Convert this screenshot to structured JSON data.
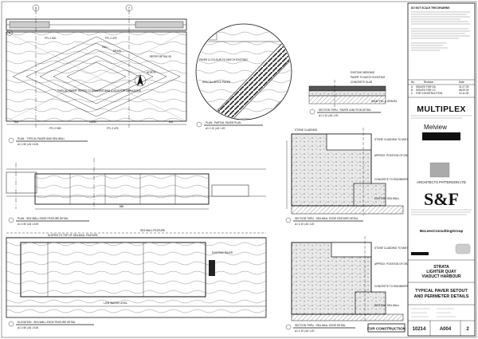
{
  "drawing": {
    "views": {
      "plan_paver": {
        "title": "PLAN - TYPICAL PAVER AND SEA WALL",
        "scale": "A1 1:50 | A3 1:100",
        "levels": [
          "FFL 2.500",
          "FFL 2.475",
          "FFL 2.505",
          "FFL 2.475"
        ],
        "fall_label": "FALL",
        "drain_label": "DRAIN",
        "note": "TYPICAL PAVER. REFER TO DRAWING A001 & A005 FOR VARIATIONS",
        "dims": [
          "800",
          "10050",
          "800"
        ],
        "grids": [
          "A",
          "6",
          "7"
        ],
        "north_label": "NORTH",
        "side_label": "REFER DETAIL 06"
      },
      "plan_partial": {
        "title": "PLAN - PARTIAL PAVER PLAN",
        "scale": "A1 1:10 | A3 1:20",
        "callouts": [
          "PAVER & COLOUR TO MATCH EXISTING",
          "SPECIAL BRICK PAVER"
        ]
      },
      "section_paver_junction": {
        "title": "SECTION THRU - PAVER JUNCTION DETAIL",
        "scale": "A1 1:10 | A3 1:20",
        "callouts": [
          "EXISTING BEDDING",
          "PAVER TO MATCH EXISTING",
          "CONCRETE SLAB",
          "SAND FILL & GRAVEL"
        ]
      },
      "plan_sea_wall": {
        "title": "PLAN - SEA WALL EDGE FEATURE DETAIL",
        "scale": "A1 1:50 | A3 1:100",
        "dims": [
          "880"
        ]
      },
      "elevation_sea_wall": {
        "title": "ELEVATION - SEA WALL EDGE FEATURE DETAIL",
        "scale": "A1 1:50 | A3 1:100",
        "callouts": [
          "SLOPED TO TOP OF SEA WALL FEATURE",
          "SEA WALL FEATURE",
          "LOW WATER LEVEL",
          "EXISTING PAVER"
        ]
      },
      "section_1": {
        "title": "SECTION THRU - SEA WALL EDGE FEATURE DETAIL",
        "scale": "A1 1:10 | A3 1:20",
        "callouts": [
          "STONE CLADDING TO MATCH EXISTING",
          "APPROX. POSITION OF DRAIN OUTLETS",
          "CONCRETE TO ENGINEERS DETAIL",
          "EXISTING SEA WALL",
          "STONE CLADDING"
        ]
      },
      "section_2": {
        "title": "SECTION THRU - SEA WALL EDGE DETAIL",
        "scale": "A1 1:10 | A3 1:20",
        "callouts": [
          "STONE CLADDING TO MATCH EXISTING",
          "APPROX. POSITION OF DRAIN OUTLETS",
          "CONCRETE TO ENGINEERS DETAIL",
          "EXISTING SEA WALL"
        ]
      }
    },
    "stamp": "FOR CONSTRUCTION"
  },
  "title_block": {
    "notes_header": "DO NOT SCALE THIS DRAWING",
    "revision_header": [
      "No.",
      "Revision",
      "Date"
    ],
    "revisions": [
      [
        "A",
        "ISSUED FOR DA",
        "01.07.09"
      ],
      [
        "B",
        "ISSUED FOR CC",
        "08.09.09"
      ],
      [
        "C",
        "FOR CONSTRUCTION",
        "10.11.09"
      ]
    ],
    "client": "MULTIPLEX",
    "developer": "Melview",
    "architect": "ARCHITECTS PATTERSON LTD",
    "landscape": "S&F",
    "consultant": "McLeesConsultingGroup",
    "project": [
      "STRATA",
      "LIGHTER QUAY",
      "VIADUCT HARBOUR"
    ],
    "drawing_title": [
      "TYPICAL PAVER SETOUT",
      "AND PERIMETER DETAILS"
    ],
    "project_no": "10214",
    "drawing_no": "A004",
    "revision": "2"
  }
}
